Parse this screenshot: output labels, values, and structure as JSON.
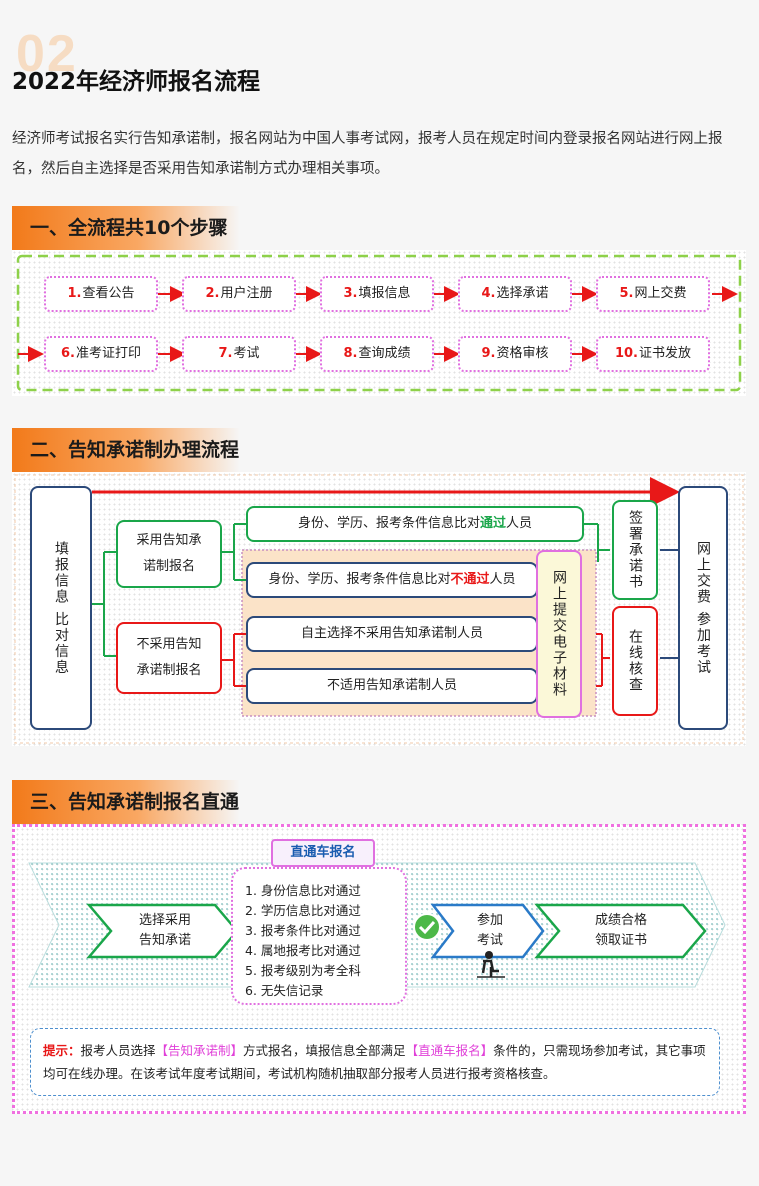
{
  "header": {
    "number": "02",
    "title": "2022年经济师报名流程",
    "intro": "经济师考试报名实行告知承诺制，报名网站为中国人事考试网，报考人员在规定时间内登录报名网站进行网上报名，然后自主选择是否采用告知承诺制方式办理相关事项。"
  },
  "section1": {
    "title": "一、全流程共10个步骤",
    "steps": [
      {
        "num": "1.",
        "label": "查看公告"
      },
      {
        "num": "2.",
        "label": "用户注册"
      },
      {
        "num": "3.",
        "label": "填报信息"
      },
      {
        "num": "4.",
        "label": "选择承诺"
      },
      {
        "num": "5.",
        "label": "网上交费"
      },
      {
        "num": "6.",
        "label": "准考证打印"
      },
      {
        "num": "7.",
        "label": "考试"
      },
      {
        "num": "8.",
        "label": "查询成绩"
      },
      {
        "num": "9.",
        "label": "资格审核"
      },
      {
        "num": "10.",
        "label": "证书发放"
      }
    ]
  },
  "section2": {
    "title": "二、告知承诺制办理流程",
    "fill_info": "填报信息 比对信息",
    "adopt": "采用告知承诺制报名",
    "not_adopt": "不采用告知承诺制报名",
    "pass_pre": "身份、学历、报考条件信息比对",
    "pass_word": "通过",
    "pass_post": "人员",
    "fail_pre": "身份、学历、报考条件信息比对",
    "fail_word": "不通过",
    "fail_post": "人员",
    "self_choose": "自主选择不采用告知承诺制人员",
    "not_applicable": "不适用告知承诺制人员",
    "online_submit": "网上提交电子材料",
    "sign": "签署承诺书",
    "online_check": "在线核查",
    "pay_exam": "网上交费 参加考试"
  },
  "section3": {
    "title": "三、告知承诺制报名直通车",
    "choose": "选择采用\n告知承诺",
    "scroll_title": "直通车报名",
    "conditions": [
      "1. 身份信息比对通过",
      "2. 学历信息比对通过",
      "3. 报考条件比对通过",
      "4. 属地报考比对通过",
      "5. 报考级别为考全科",
      "6. 无失信记录"
    ],
    "join_exam": "参加\n考试",
    "get_cert": "成绩合格\n领取证书",
    "tip": {
      "label": "提示：",
      "t1": "报考人员选择",
      "h1": "【告知承诺制】",
      "t2": "方式报名，填报信息全部满足",
      "h2": "【直通车报名】",
      "t3": "条件的，只需现场参加考试，其它事项均可在线办理。在该考试年度考试期间，考试机构随机抽取部分报考人员进行报考资格核查。"
    }
  },
  "colors": {
    "orange": "#f27a1a",
    "red": "#e81818",
    "green": "#1aa64a",
    "navy": "#2c4a7a",
    "magenta": "#e070e0"
  }
}
